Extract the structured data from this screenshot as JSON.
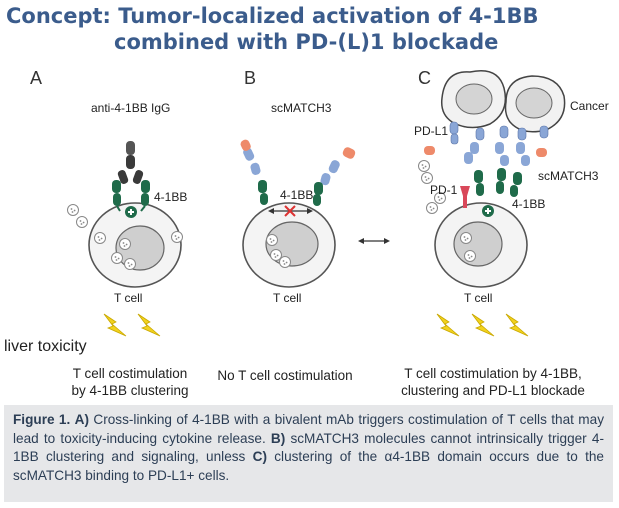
{
  "title": {
    "line1": "Concept: Tumor-localized activation of 4-1BB",
    "line2": "combined with PD-(L)1 blockade"
  },
  "panels": {
    "a": {
      "letter": "A",
      "heading": "anti-4-1BB IgG",
      "receptor_label": "4-1BB",
      "cell_label": "T cell",
      "outcome": [
        "T cell costimulation",
        "by 4-1BB clustering"
      ]
    },
    "b": {
      "letter": "B",
      "heading": "scMATCH3",
      "receptor_label": "4-1BB",
      "cell_label": "T cell",
      "outcome": [
        "No T cell costimulation"
      ]
    },
    "c": {
      "letter": "C",
      "cancer_label": "Cancer",
      "pdl1_label": "PD-L1",
      "pd1_label": "PD-1",
      "molecule_label": "scMATCH3",
      "receptor_label": "4-1BB",
      "cell_label": "T cell",
      "outcome": [
        "T cell costimulation by 4-1BB,",
        "clustering and PD-L1 blockade"
      ]
    }
  },
  "toxicity_label": "liver toxicity",
  "caption": {
    "fig_label": "Figure 1.",
    "a_tag": "A)",
    "a_text": " Cross-linking of 4-1BB with a bivalent mAb triggers costimulation of T cells that may lead to toxicity-inducing cytokine release. ",
    "b_tag": "B)",
    "b_text": " scMATCH3 molecules cannot intrinsically trigger 4-1BB clustering and signaling, unless ",
    "c_tag": "C)",
    "c_text": " clustering of the α4-1BB domain occurs due to the scMATCH3 binding to PD-L1+ cells."
  },
  "colors": {
    "title": "#3b5c8c",
    "receptor": "#1f6b4a",
    "igg": "#3a3a3a",
    "binder_blue": "#8aa6d6",
    "binder_orange": "#ee8a6a",
    "pd1": "#d9485a",
    "bolt": "#f2d21e",
    "caption_bg": "#e6e7e9"
  }
}
